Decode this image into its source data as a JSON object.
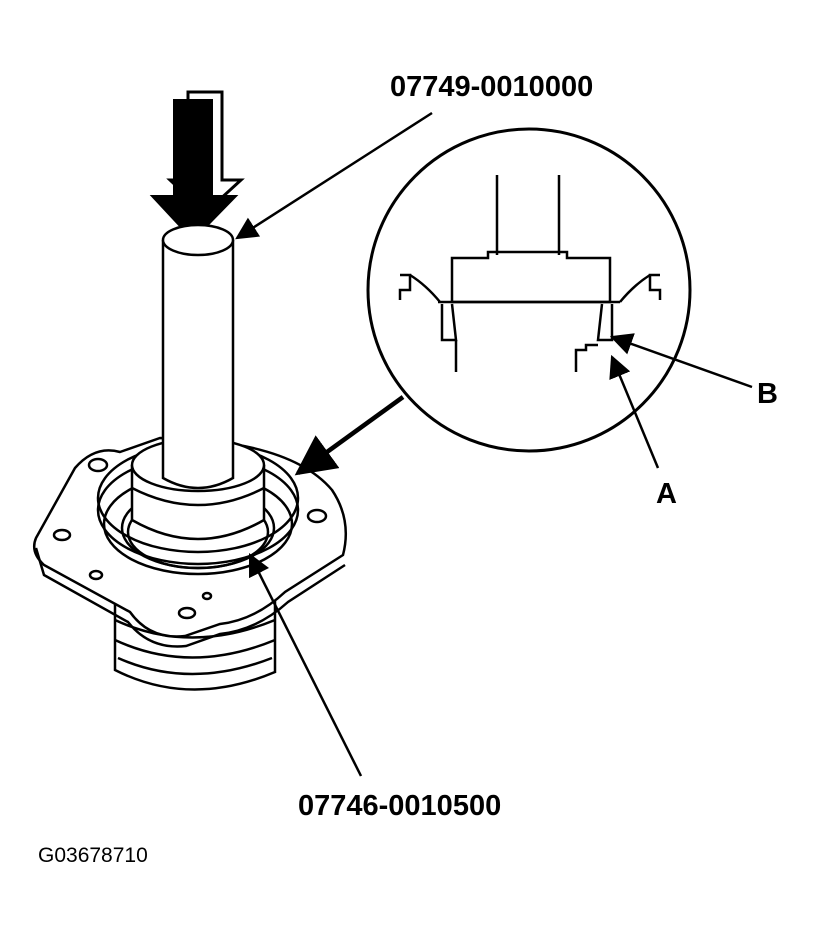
{
  "labels": {
    "tool_top": "07749-0010000",
    "tool_bottom": "07746-0010500",
    "callout_b": "B",
    "callout_a": "A",
    "figure_id": "G03678710"
  }
}
